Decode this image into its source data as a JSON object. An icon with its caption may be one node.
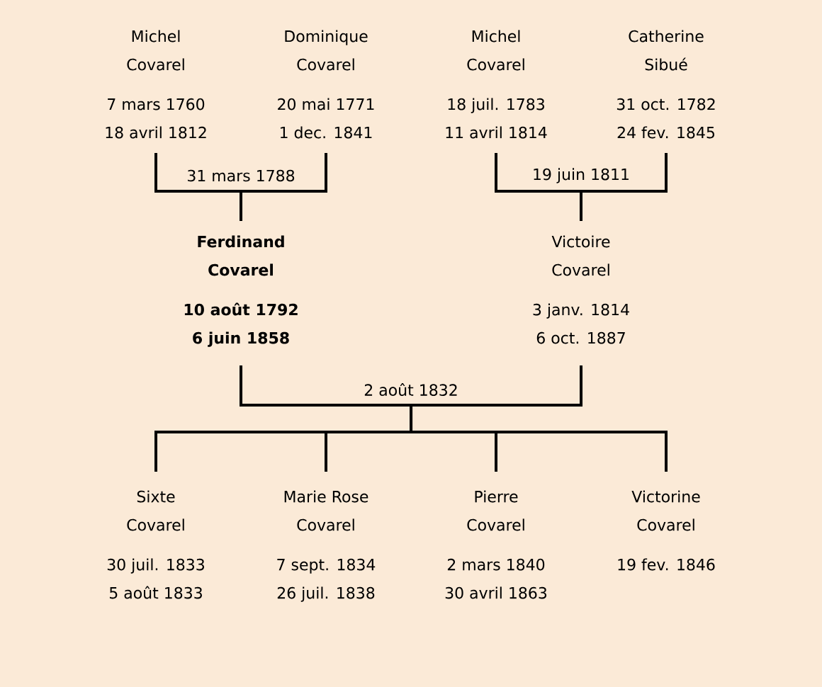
{
  "diagram": {
    "nodes": [
      {
        "text": [
          "Michel Covarel",
          "7 mars 1760",
          "18 avril 1812"
        ]
      },
      {
        "text": [
          "Dominique Covarel",
          "20 mai 1771",
          "1 dec. 1841"
        ]
      },
      {
        "text": [
          "Michel Covarel",
          "18 juil. 1783",
          "11 avril 1814"
        ]
      },
      {
        "text": [
          "Catherine Sibué",
          "31 oct. 1782",
          "24 fev. 1845"
        ]
      },
      {
        "text": [
          "Ferdinand Covarel",
          "10 août 1792",
          "6 juin 1858"
        ]
      },
      {
        "text": [
          "Victoire Covarel",
          "3 janv. 1814",
          "6 oct. 1887"
        ]
      },
      {
        "text": [
          "Sixte Covarel",
          "30 juil. 1833",
          "5 août 1833"
        ]
      },
      {
        "text": [
          "Marie Rose Covarel",
          "7 sept. 1834",
          "26 juil. 1838"
        ]
      },
      {
        "text": [
          "Pierre Covarel",
          "2 mars 1840",
          "30 avril 1863"
        ]
      },
      {
        "text": [
          "Victorine Covarel",
          "19 fev. 1846"
        ]
      }
    ],
    "edges": [
      {
        "from": 0,
        "to": 4,
        "arrow": "none",
        "label": "31 mars 1788"
      },
      {
        "from": 1,
        "to": 4,
        "arrow": "none"
      },
      {
        "from": 2,
        "to": 5,
        "arrow": "none",
        "label": "19 juin 1811"
      },
      {
        "from": 3,
        "to": 5,
        "arrow": "none"
      },
      {
        "from": 4,
        "to": 6,
        "arrow": "none",
        "label": "2 août 1832"
      },
      {
        "from": 5,
        "to": 6,
        "arrow": "none"
      },
      {
        "from": 4,
        "to": 7,
        "arrow": "none"
      },
      {
        "from": 5,
        "to": 7,
        "arrow": "none"
      },
      {
        "from": 4,
        "to": 8,
        "arrow": "none"
      },
      {
        "from": 5,
        "to": 8,
        "arrow": "none"
      },
      {
        "from": 4,
        "to": 9,
        "arrow": "none"
      },
      {
        "from": 5,
        "to": 9,
        "arrow": "none"
      }
    ]
  }
}
